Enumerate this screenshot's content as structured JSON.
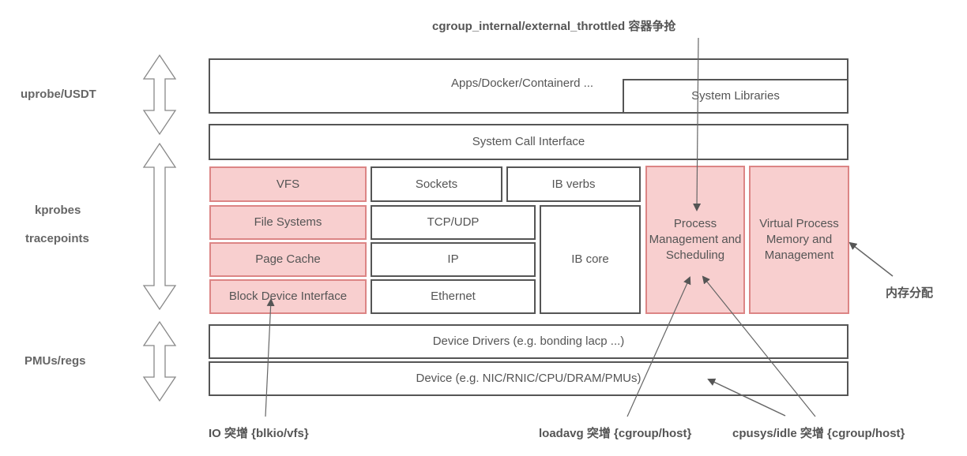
{
  "left_labels": {
    "uprobe": "uprobe/USDT",
    "kprobes": "kprobes",
    "tracepoints": "tracepoints",
    "pmus": "PMUs/regs"
  },
  "layers": {
    "apps": "Apps/Docker/Containerd ...",
    "system_libraries": "System Libraries",
    "syscall": "System Call Interface",
    "vfs": "VFS",
    "file_systems": "File Systems",
    "page_cache": "Page Cache",
    "block_device": "Block Device Interface",
    "sockets": "Sockets",
    "ib_verbs": "IB verbs",
    "tcp_udp": "TCP/UDP",
    "ip": "IP",
    "ethernet": "Ethernet",
    "ib_core": "IB core",
    "process_mgmt": "Process Management and Scheduling",
    "virtual_memory": "Virtual Process Memory and Management",
    "device_drivers": "Device Drivers (e.g. bonding lacp ...)",
    "device": "Device (e.g. NIC/RNIC/CPU/DRAM/PMUs)"
  },
  "annotations": {
    "cgroup_throttled": "cgroup_internal/external_throttled 容器争抢",
    "memory_alloc": "内存分配",
    "io_spike": "IO 突增 {blkio/vfs}",
    "loadavg_spike": "loadavg 突增 {cgroup/host}",
    "cpusys_spike": "cpusys/idle 突增 {cgroup/host}"
  },
  "colors": {
    "highlight_fill": "#f8cfcf",
    "highlight_border": "#dc8585",
    "line": "#555555"
  }
}
